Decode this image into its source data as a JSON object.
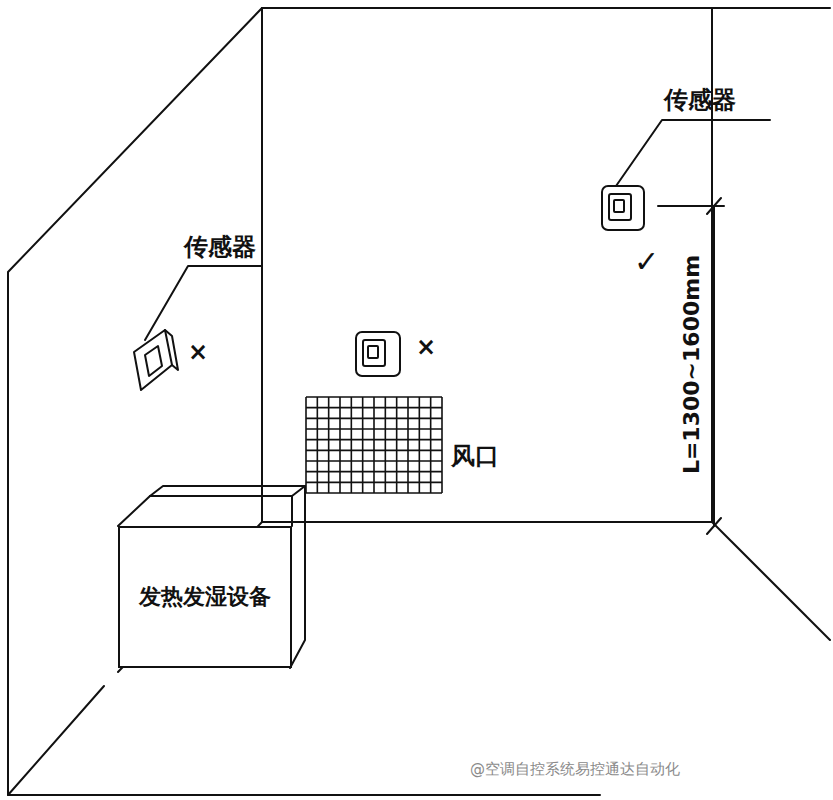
{
  "diagram": {
    "nodes": [
      {
        "text": [
          "风口"
        ]
      },
      {
        "text": [
          "发热发湿设备"
        ]
      }
    ],
    "labels": [
      "传感器",
      "传感器",
      "×",
      "×",
      "✓",
      "L=1300~1600mm",
      "@空调自控系统易控通达自动化"
    ]
  }
}
